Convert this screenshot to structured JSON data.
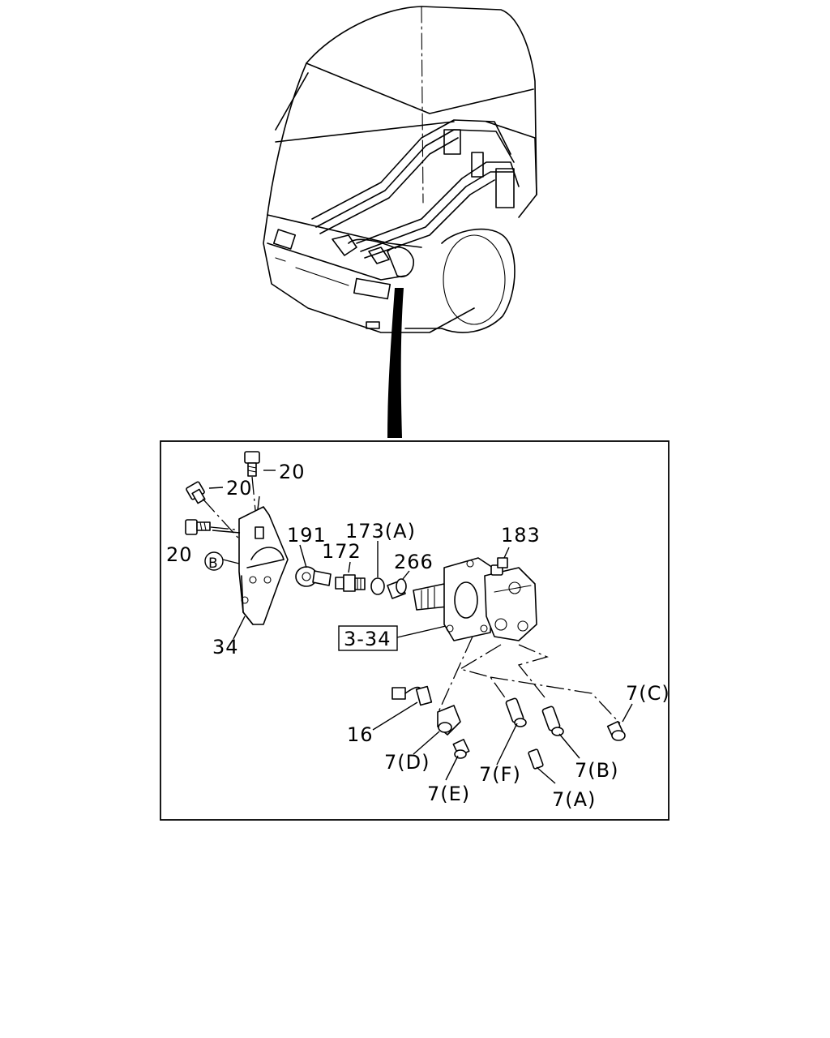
{
  "diagram": {
    "callouts": {
      "c20a": "20",
      "c20b": "20",
      "c20c": "20",
      "cB": "B",
      "c34": "34",
      "c191": "191",
      "c172": "172",
      "c173a": "173(A)",
      "c266": "266",
      "c183": "183",
      "c3_34": "3-34",
      "c16": "16",
      "c7d": "7(D)",
      "c7e": "7(E)",
      "c7f": "7(F)",
      "c7b": "7(B)",
      "c7a": "7(A)",
      "c7c": "7(C)"
    }
  }
}
